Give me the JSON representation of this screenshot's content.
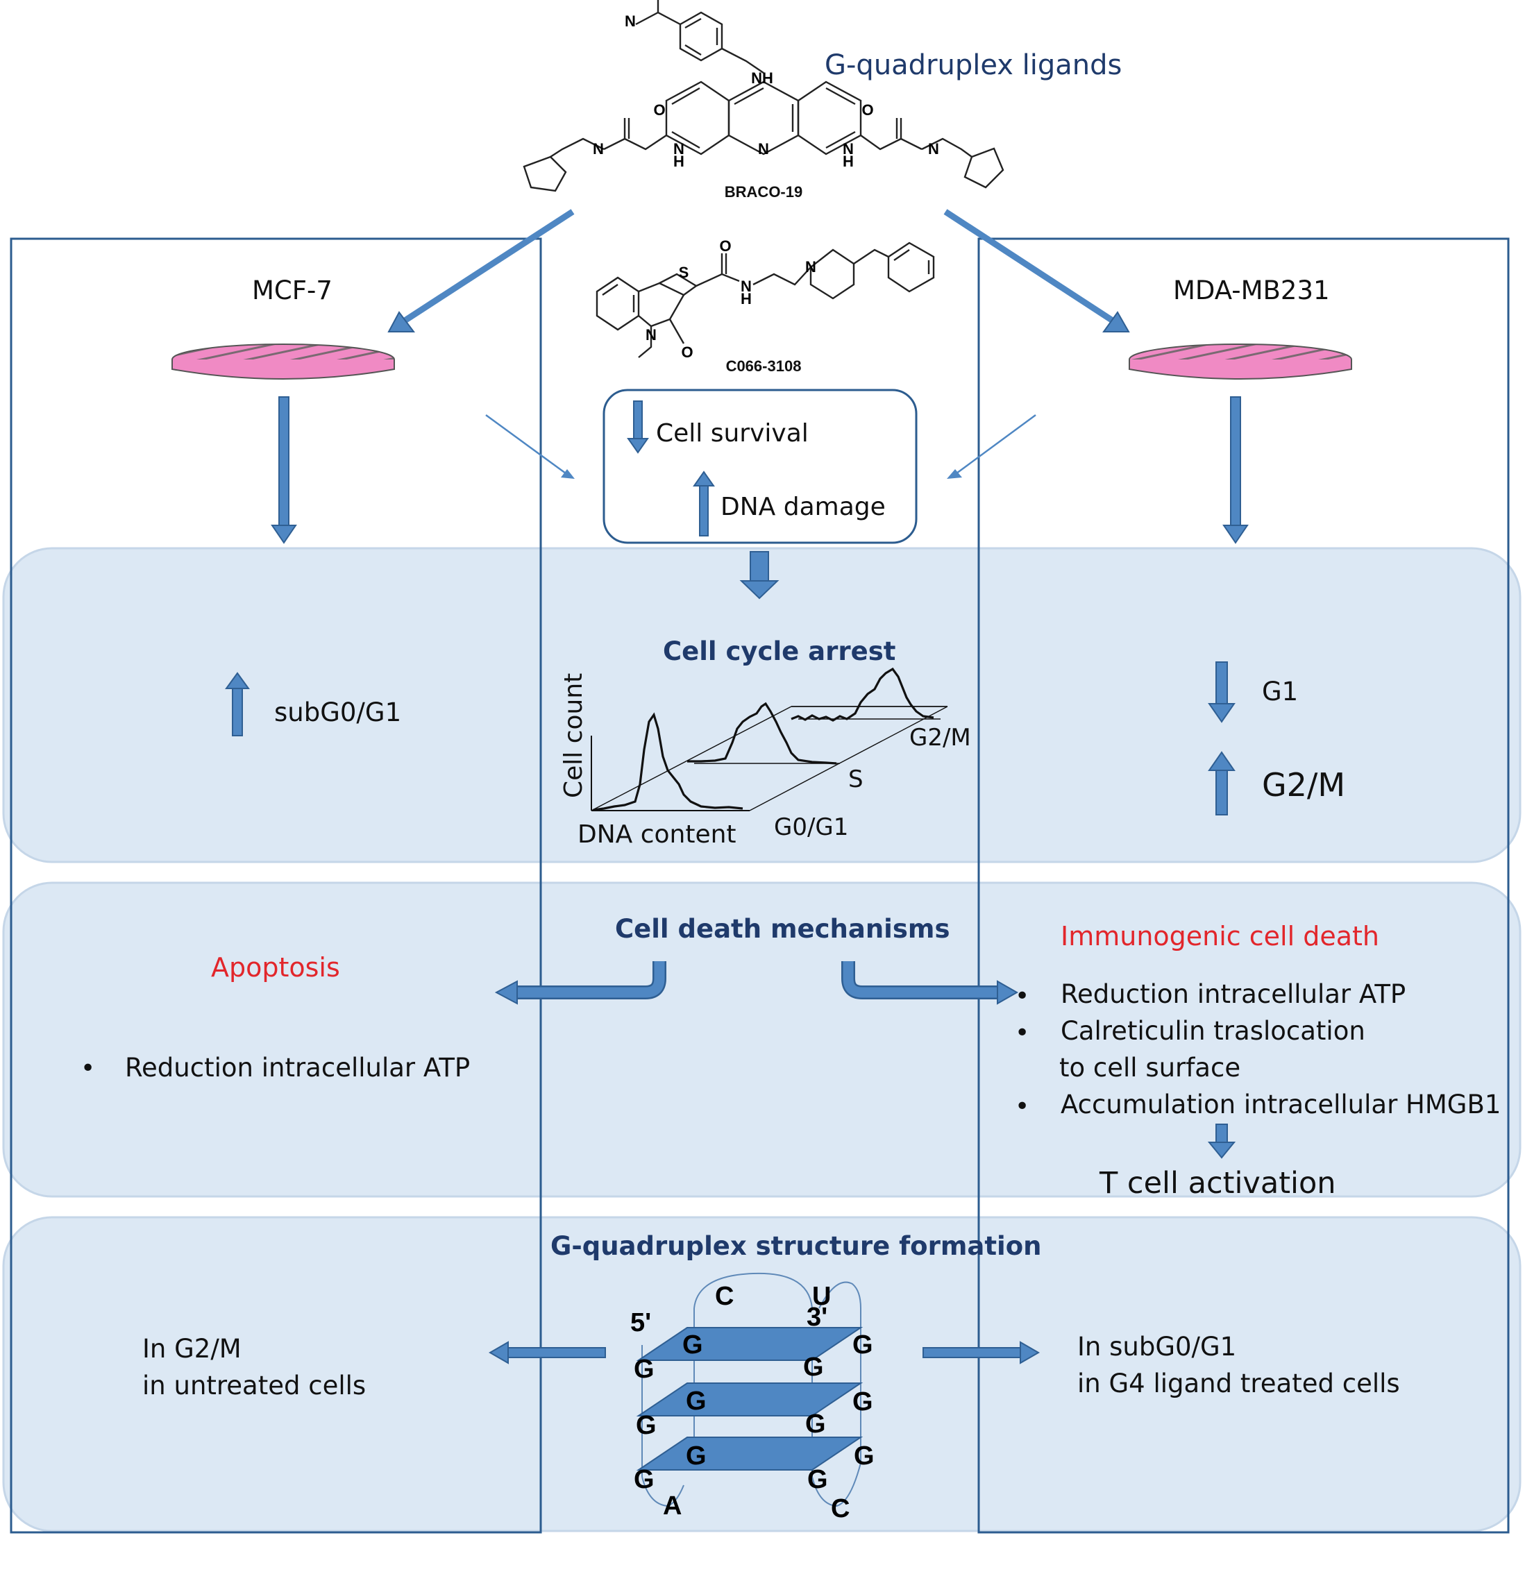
{
  "header": {
    "title": "G-quadruplex ligands",
    "ligand_1": "BRACO-19",
    "ligand_2": "C066-3108"
  },
  "left_column": {
    "cell_line": "MCF-7",
    "cell_cycle_effect": "subG0/G1",
    "death_type": "Apoptosis",
    "death_bullets": [
      "Reduction intracellular ATP"
    ],
    "g4_note_line1": "In G2/M",
    "g4_note_line2": "in untreated cells"
  },
  "right_column": {
    "cell_line": "MDA-MB231",
    "cell_cycle_down": "G1",
    "cell_cycle_up": "G2/M",
    "death_type": "Immunogenic cell death",
    "death_bullets": [
      "Reduction intracellular ATP",
      "Calreticulin traslocation",
      "to cell surface",
      "Accumulation intracellular HMGB1"
    ],
    "downstream": "T cell activation",
    "g4_note_line1": "In subG0/G1",
    "g4_note_line2": "in G4 ligand treated  cells"
  },
  "center": {
    "effect_down": "Cell survival",
    "effect_up": "DNA damage",
    "cell_cycle_title": "Cell cycle arrest",
    "histogram": {
      "y_label": "Cell count",
      "x_label": "DNA content",
      "phases": [
        "G0/G1",
        "S",
        "G2/M"
      ]
    },
    "death_title": "Cell death mechanisms",
    "g4_title": "G-quadruplex structure formation",
    "g4_structure": {
      "end_5": "5'",
      "end_3": "3'",
      "loop_top_left": "C",
      "loop_top_right": "U",
      "loop_bottom_left": "A",
      "loop_bottom_right": "C",
      "guanine": "G"
    }
  },
  "chemistry_labels": {
    "amine_nh": "NH",
    "nitrogen": "N",
    "oxygen": "O",
    "sulfur": "S",
    "hydrogen": "H"
  },
  "colors": {
    "panel_fill": "#dce8f4",
    "panel_border": "#c5d6e8",
    "column_border": "#2c5c8f",
    "arrow_fill": "#4f87c3",
    "arrow_stroke": "#2f5f93",
    "navy_text": "#1f3a6b",
    "red_text": "#e2262b",
    "dish_pink": "#f08ac4",
    "g4_plane": "#4f87c3"
  }
}
